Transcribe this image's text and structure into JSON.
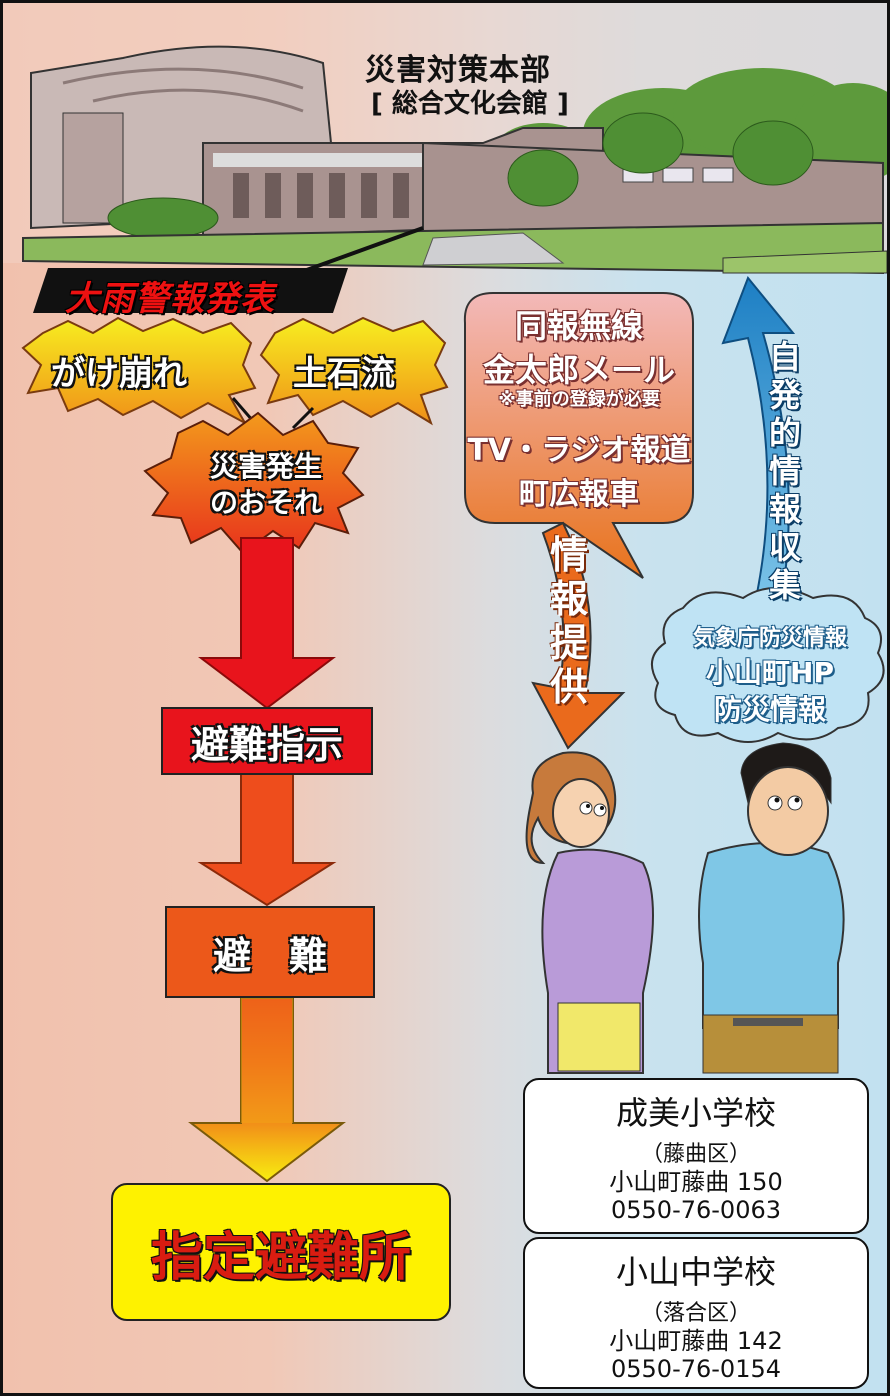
{
  "headquarters": {
    "title": "災害対策本部",
    "subtitle": "[ 総合文化会館 ]"
  },
  "alert": "大雨警報発表",
  "hazards": [
    "がけ崩れ",
    "土石流"
  ],
  "risk": [
    "災害発生",
    "のおそれ"
  ],
  "steps": {
    "order": "避難指示",
    "evacuate": "避　難",
    "destination": "指定避難所"
  },
  "info_channels": {
    "line1": "同報無線",
    "line2": "金太郎メール",
    "note": "※事前の登録が必要",
    "line3": "TV・ラジオ報道",
    "line4": "町広報車"
  },
  "info_provision": "情報提供",
  "self_collection": "自発的情報収集",
  "web_sources": [
    "気象庁防災情報",
    "小山町HP",
    "防災情報"
  ],
  "shelters": [
    {
      "name": "成美小学校",
      "district": "（藤曲区）",
      "address": "小山町藤曲 150",
      "phone": "0550-76-0063"
    },
    {
      "name": "小山中学校",
      "district": "（落合区）",
      "address": "小山町藤曲 142",
      "phone": "0550-76-0154"
    }
  ],
  "colors": {
    "accent_red": "#e8141c",
    "arrow_orange": "#f07a1a",
    "arrow_yellow": "#f8ee10",
    "info_blue": "#1d7fc4",
    "dest_yellow": "#fef200"
  }
}
